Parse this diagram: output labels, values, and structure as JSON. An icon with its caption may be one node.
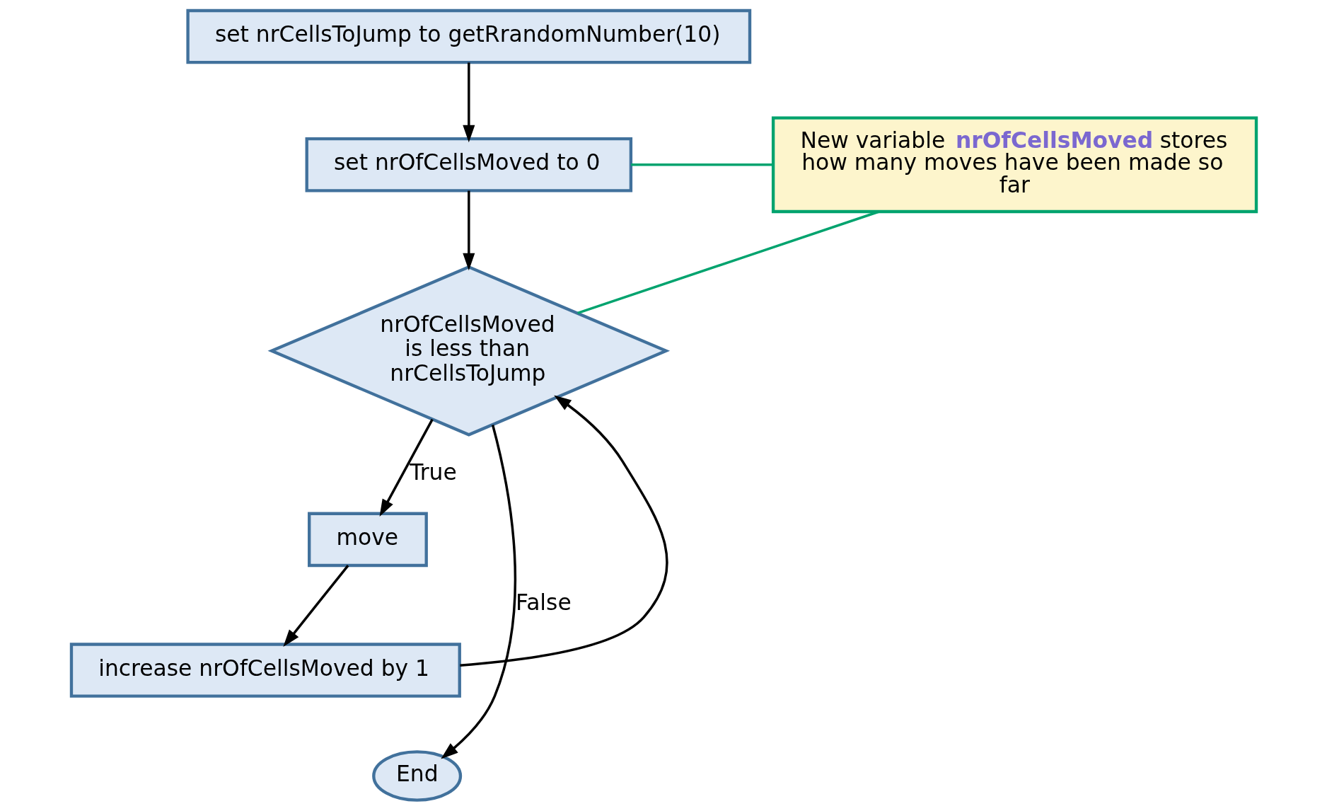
{
  "diagram": {
    "nodes": [
      {
        "text": [
          "set nrCellsToJump to getRrandomNumber(10)"
        ]
      },
      {
        "text": [
          "set nrOfCellsMoved to 0"
        ]
      },
      {
        "text": [
          "nrOfCellsMoved is less than nrCellsToJump"
        ]
      },
      {
        "text": [
          "move"
        ]
      },
      {
        "text": [
          "increase nrOfCellsMoved by 1"
        ]
      },
      {
        "text": [
          "End"
        ]
      },
      {
        "text": [
          "New variable **nrOfCellsMoved** stores how many moves have been made so far"
        ]
      }
    ],
    "edges": [
      {
        "from": 0,
        "to": 1,
        "arrow": "to"
      },
      {
        "from": 1,
        "to": 2,
        "arrow": "to"
      },
      {
        "from": 2,
        "to": 3,
        "arrow": "to",
        "label": "True"
      },
      {
        "from": 3,
        "to": 4,
        "arrow": "to"
      },
      {
        "from": 4,
        "to": 2,
        "arrow": "to"
      },
      {
        "from": 2,
        "to": 5,
        "arrow": "to",
        "label": "False"
      },
      {
        "from": 6,
        "to": 1,
        "arrow": "none",
        "color": "#00a36e"
      },
      {
        "from": 6,
        "to": 2,
        "arrow": "none",
        "color": "#00a36e"
      }
    ]
  }
}
